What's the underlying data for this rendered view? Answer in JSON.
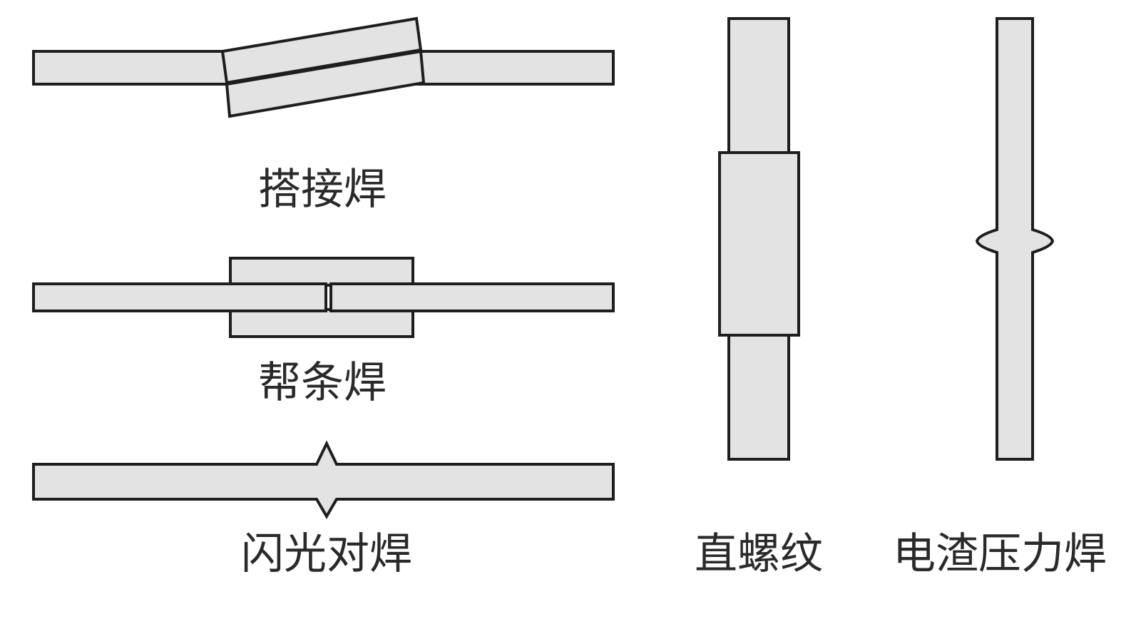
{
  "labels": {
    "lap_weld": "搭接焊",
    "splice_weld": "帮条焊",
    "flash_butt_weld": "闪光对焊",
    "straight_thread": "直螺纹",
    "electroslag_pressure_weld": "电渣压力焊"
  }
}
